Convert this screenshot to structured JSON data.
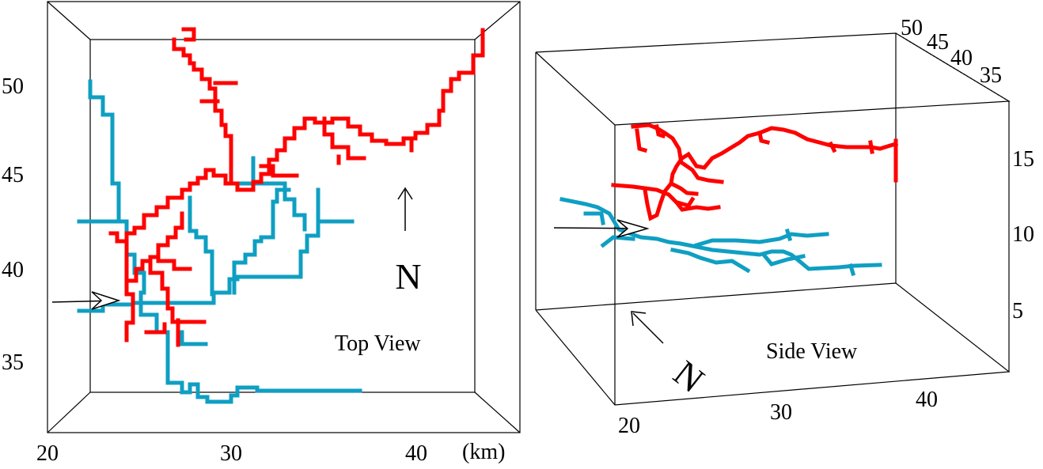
{
  "top_view": {
    "label": "Top View",
    "north_label": "N",
    "x_ticks": [
      "20",
      "30",
      "40"
    ],
    "y_ticks": [
      "35",
      "40",
      "45",
      "50"
    ],
    "unit_label": "(km)"
  },
  "side_view": {
    "label": "Side View",
    "north_label": "N",
    "x_ticks": [
      "20",
      "30",
      "40"
    ],
    "y_ticks": [
      "35",
      "40",
      "45",
      "50"
    ],
    "z_ticks": [
      "5",
      "10",
      "15"
    ]
  },
  "colors": {
    "red_network": "#ff0000",
    "blue_network": "#0f9fc3"
  }
}
